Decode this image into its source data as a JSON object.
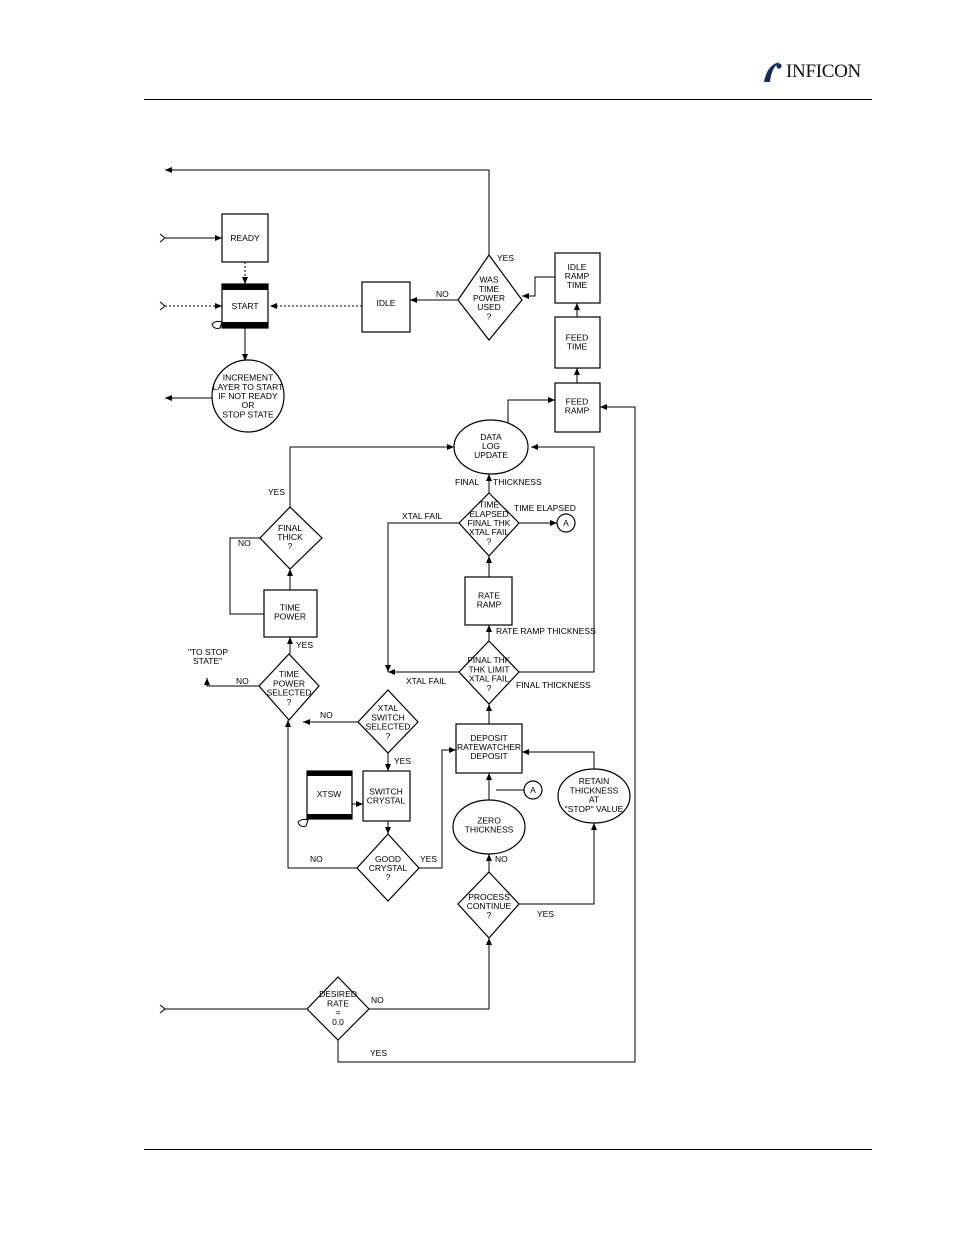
{
  "header": {
    "logo_text": "INFICON"
  },
  "nodes": {
    "ready": [
      "READY"
    ],
    "start": [
      "START"
    ],
    "idle": [
      "IDLE"
    ],
    "was_time_power": [
      "WAS",
      "TIME",
      "POWER",
      "USED",
      "?"
    ],
    "idle_ramp_time": [
      "IDLE",
      "RAMP",
      "TIME"
    ],
    "feed_time": [
      "FEED",
      "TIME"
    ],
    "feed_ramp": [
      "FEED",
      "RAMP"
    ],
    "increment_layer": [
      "INCREMENT",
      "LAYER TO START",
      "IF NOT READY",
      "OR",
      "STOP STATE"
    ],
    "data_log": [
      "DATA",
      "LOG",
      "UPDATE"
    ],
    "final_thick": [
      "FINAL",
      "THICK",
      "?"
    ],
    "time_power": [
      "TIME",
      "POWER"
    ],
    "time_elapsed": [
      "TIME",
      "ELAPSED",
      "FINAL THK",
      "XTAL FAIL",
      "?"
    ],
    "connector_a1": [
      "A"
    ],
    "rate_ramp": [
      "RATE",
      "RAMP"
    ],
    "final_thk_limit": [
      "FINAL THK",
      "THK LIMIT",
      "XTAL FAIL",
      "?"
    ],
    "time_power_selected": [
      "TIME",
      "POWER",
      "SELECTED",
      "?"
    ],
    "xtal_switch_selected": [
      "XTAL",
      "SWITCH",
      "SELECTED",
      "?"
    ],
    "deposit": [
      "DEPOSIT",
      "RATEWATCHER",
      "DEPOSIT"
    ],
    "xtsw": [
      "XTSW"
    ],
    "switch_crystal": [
      "SWITCH",
      "CRYSTAL"
    ],
    "connector_a2": [
      "A"
    ],
    "retain_thickness": [
      "RETAIN",
      "THICKNESS",
      "AT",
      "\"STOP\" VALUE"
    ],
    "zero_thickness": [
      "ZERO",
      "THICKNESS"
    ],
    "good_crystal": [
      "GOOD",
      "CRYSTAL",
      "?"
    ],
    "process_continue": [
      "PROCESS",
      "CONTINUE",
      "?"
    ],
    "desired_rate": [
      "DESIRED",
      "RATE",
      "=",
      "0.0"
    ]
  },
  "labels": {
    "yes_was_time": "YES",
    "no_was_time": "NO",
    "yes_final_thick": "YES",
    "no_final_thick": "NO",
    "final": "FINAL",
    "thickness": "THICKNESS",
    "time_elapsed_out": "TIME ELAPSED",
    "xtal_fail_1": "XTAL FAIL",
    "rate_ramp_thickness": "RATE RAMP THICKNESS",
    "to_stop_state_1": "\"TO STOP",
    "to_stop_state_2": "STATE\"",
    "no_time_power_sel": "NO",
    "yes_time_power_sel": "YES",
    "xtal_fail_2": "XTAL FAIL",
    "final_thickness": "FINAL THICKNESS",
    "no_xtal_switch": "NO",
    "yes_xtal_switch": "YES",
    "no_good_crystal": "NO",
    "yes_good_crystal": "YES",
    "no_process": "NO",
    "yes_process": "YES",
    "no_desired": "NO",
    "yes_desired": "YES"
  }
}
